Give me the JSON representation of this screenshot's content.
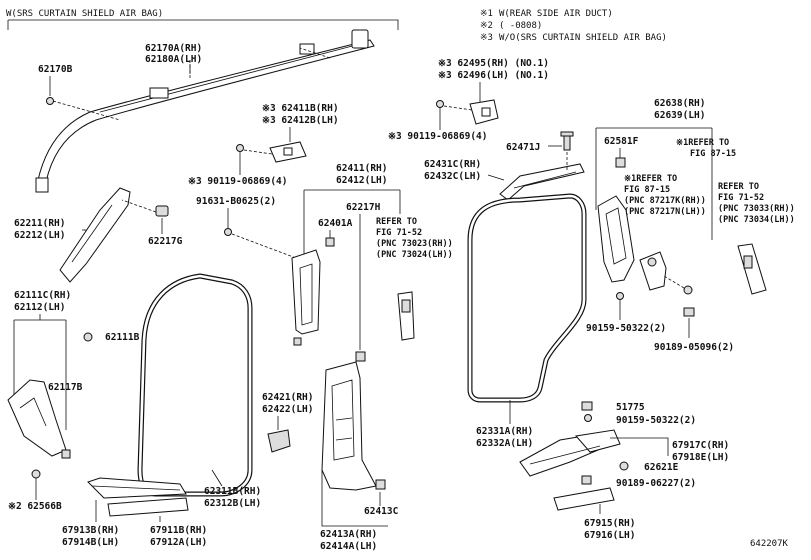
{
  "header": {
    "top_left": "W(SRS CURTAIN SHIELD AIR BAG)",
    "legend": [
      {
        "mark": "※1",
        "text": "W(REAR SIDE AIR DUCT)"
      },
      {
        "mark": "※2",
        "text": "(    -0808)"
      },
      {
        "mark": "※3",
        "text": "W/O(SRS CURTAIN SHIELD AIR BAG)"
      }
    ]
  },
  "labels": {
    "p62170A": "62170A(RH)",
    "p62180A": "62180A(LH)",
    "p62170B": "62170B",
    "p62495": "※3 62495(RH)  (NO.1)",
    "p62496": "※3 62496(LH)  (NO.1)",
    "p62411B": "※3 62411B(RH)",
    "p62412B": "※3 62412B(LH)",
    "p90119_a": "※3 90119-06869(4)",
    "p90119_b": "※3 90119-06869(4)",
    "p62638": "62638(RH)",
    "p62639": "62639(LH)",
    "p62471J": "62471J",
    "p62431C": "62431C(RH)",
    "p62432C": "62432C(LH)",
    "p62581F": "62581F",
    "p62211": "62211(RH)",
    "p62212": "62212(LH)",
    "p62217G": "62217G",
    "p91631": "91631-B0625(2)",
    "p62411": "62411(RH)",
    "p62412": "62412(LH)",
    "p62217H": "62217H",
    "p62401A": "62401A",
    "p62111C": "62111C(RH)",
    "p62112": "62112(LH)",
    "p62111B": "62111B",
    "p62117B": "62117B",
    "p90159": "90159-50322(2)",
    "p90189a": "90189-05096(2)",
    "p51775": "51775",
    "p90159b": "90159-50322(2)",
    "p62421": "62421(RH)",
    "p62422": "62422(LH)",
    "p62331A": "62331A(RH)",
    "p62332A": "62332A(LH)",
    "p67917C": "67917C(RH)",
    "p67918E": "67918E(LH)",
    "p62621E": "62621E",
    "p90189b": "90189-06227(2)",
    "p62566B": "※2 62566B",
    "p62311B": "62311B(RH)",
    "p62312B": "62312B(LH)",
    "p62413C": "62413C",
    "p67913B": "67913B(RH)",
    "p67914B": "67914B(LH)",
    "p67911B": "67911B(RH)",
    "p67912A": "67912A(LH)",
    "p62413A": "62413A(RH)",
    "p62414A": "62414A(LH)",
    "p67915": "67915(RH)",
    "p67916": "67916(LH)",
    "diagram_id": "642207K"
  },
  "refs": {
    "ref_mid": [
      "REFER TO",
      "FIG 71-52",
      "(PNC 73023(RH))",
      "(PNC 73024(LH))"
    ],
    "ref_1": [
      "※1REFER TO",
      "FIG 87-15"
    ],
    "ref_87": [
      "※1REFER TO",
      "FIG 87-15",
      "(PNC 87217K(RH))",
      "(PNC 87217N(LH))"
    ],
    "ref_71": [
      "REFER TO",
      "FIG 71-52",
      "(PNC 73033(RH))",
      "(PNC 73034(LH))"
    ]
  }
}
